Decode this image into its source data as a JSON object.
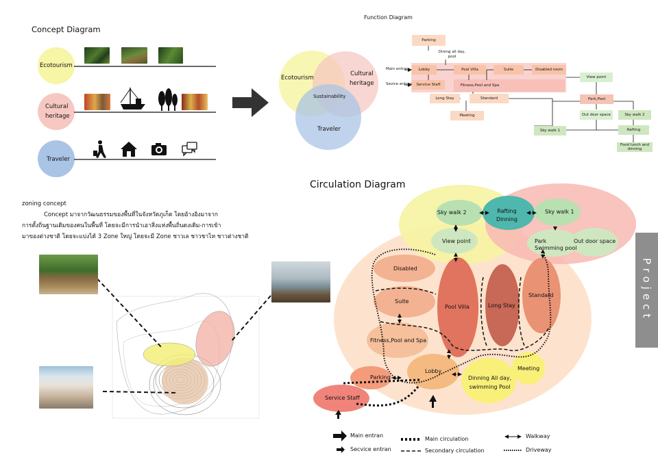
{
  "concept": {
    "title": "Concept Diagram",
    "rows": [
      {
        "label": "Ecotourism",
        "color": "#f7f5a6"
      },
      {
        "label": "Cultural\nheritage",
        "color": "#f6c8c1"
      },
      {
        "label": "Traveler",
        "color": "#aac4e6"
      }
    ],
    "icons": [
      "walking-traveler-icon",
      "house-icon",
      "camera-icon",
      "chat-bubbles-icon"
    ],
    "venn": {
      "eco": "Ecotourism",
      "cultural": "Cultural\nheritage",
      "center": "Sustainability",
      "traveler": "Traveler"
    }
  },
  "function": {
    "title": "Function Diagram",
    "boxes": {
      "parking": "Parking",
      "dining": "Dining all day,\npool",
      "lobby": "Lobby",
      "pool_villa": "Pool Villa",
      "suite": "Suite",
      "disabled": "Disabled room",
      "service_staff": "Service Staff",
      "fitness": "Fitness,Pool and Spa",
      "long_stay": "Long Stay",
      "standard": "Standard",
      "meeting": "Meeting",
      "view_point": "View point",
      "park_pool": "Park,Pool",
      "outdoor": "Out door space",
      "sky_walk_2": "Sky walk 2",
      "sky_walk_1": "Sky walk 1",
      "rafting": "Rafting",
      "food": "Food  lunch and dinning"
    },
    "main_label": "Main entran",
    "service_label": "Sevice entran"
  },
  "zoning": {
    "title": "zoning concept",
    "lines": [
      "Concept มาจากวัฒนธรรมของพื้นที่ในจังหวัดภูเก็ต โดยอ้างอิงมาจาก",
      "การตั้งถิ่นฐานเดิมของคนในพื้นที่ โดยจะมีการนำเอาสิ่งแห่งพื้นถิ่นดงเดิม-การเข้า",
      "มาของต่างชาติ โดยจะแบ่งได้ 3 Zone ใหญ่ โดยจะมี Zone ชาวเล ชาวชาไท ชาวต่างชาติ"
    ]
  },
  "circulation": {
    "title": "Circulation Diagram",
    "nodes": {
      "sky_walk_2": "Sky walk 2",
      "rafting": "Rafting\nDinning",
      "sky_walk_1": "Sky walk 1",
      "view_point": "View point",
      "park": "Park\nSwimming pool",
      "outdoor": "Out door space",
      "disabled": "Disabled",
      "suite": "Suite",
      "pool_villa": "Pool Villa",
      "long_stay": "Long Stay",
      "standard": "Standard",
      "fitness": "Fitness,Pool and Spa",
      "lobby": "Lobby",
      "parking": "Parking",
      "dining": "Dinning All day,\nswimming Pool",
      "meeting": "Meeting",
      "service_staff": "Service Staff"
    },
    "legend": {
      "main_entrance": "Main entran",
      "service_entrance": "Secvice entran",
      "main_circulation": "Main circulation",
      "secondary_circulation": "Secondary circulation",
      "walkway": "Walkway",
      "driveway": "Driveway"
    }
  },
  "sidebar": {
    "label": "Project"
  }
}
